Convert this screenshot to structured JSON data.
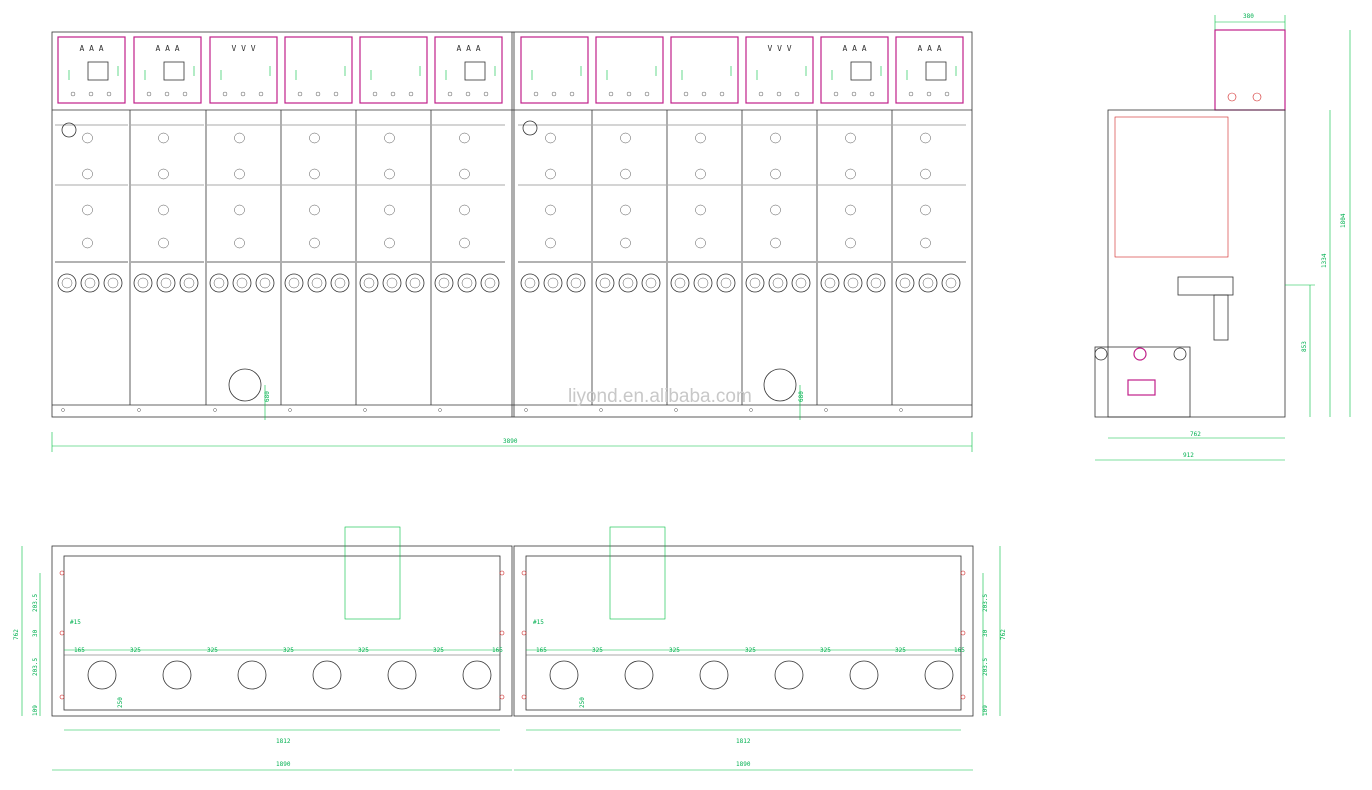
{
  "colors": {
    "line": "#333333",
    "dimension": "#00b050",
    "panel_outline": "#c0208a",
    "bolt": "#d02020",
    "watermark": "#c8c8c8"
  },
  "front_view": {
    "meter_labels": [
      "A A A",
      "A A A",
      "V V V",
      "",
      "",
      "A A A",
      "",
      "",
      "",
      "V V V",
      "A A A",
      "A A A"
    ],
    "height_dim": "680",
    "total_width_dim": "3890"
  },
  "side_view": {
    "top_box_width": "380",
    "total_height": "1804",
    "body_height": "1334",
    "lower_height": "853",
    "body_width": "762",
    "base_width": "912"
  },
  "plan_view": {
    "dims_left": [
      "203.5",
      "30",
      "203.5",
      "109"
    ],
    "dims_right": [
      "203.5",
      "30",
      "203.5",
      "109"
    ],
    "overall_height": "762",
    "hole_label": "#15",
    "spacings": [
      "165",
      "325",
      "325",
      "325",
      "325",
      "325",
      "165"
    ],
    "hole_dim": "250",
    "inner_width": "1812",
    "outer_width": "1890"
  },
  "watermark": "liyond.en.alibaba.com"
}
